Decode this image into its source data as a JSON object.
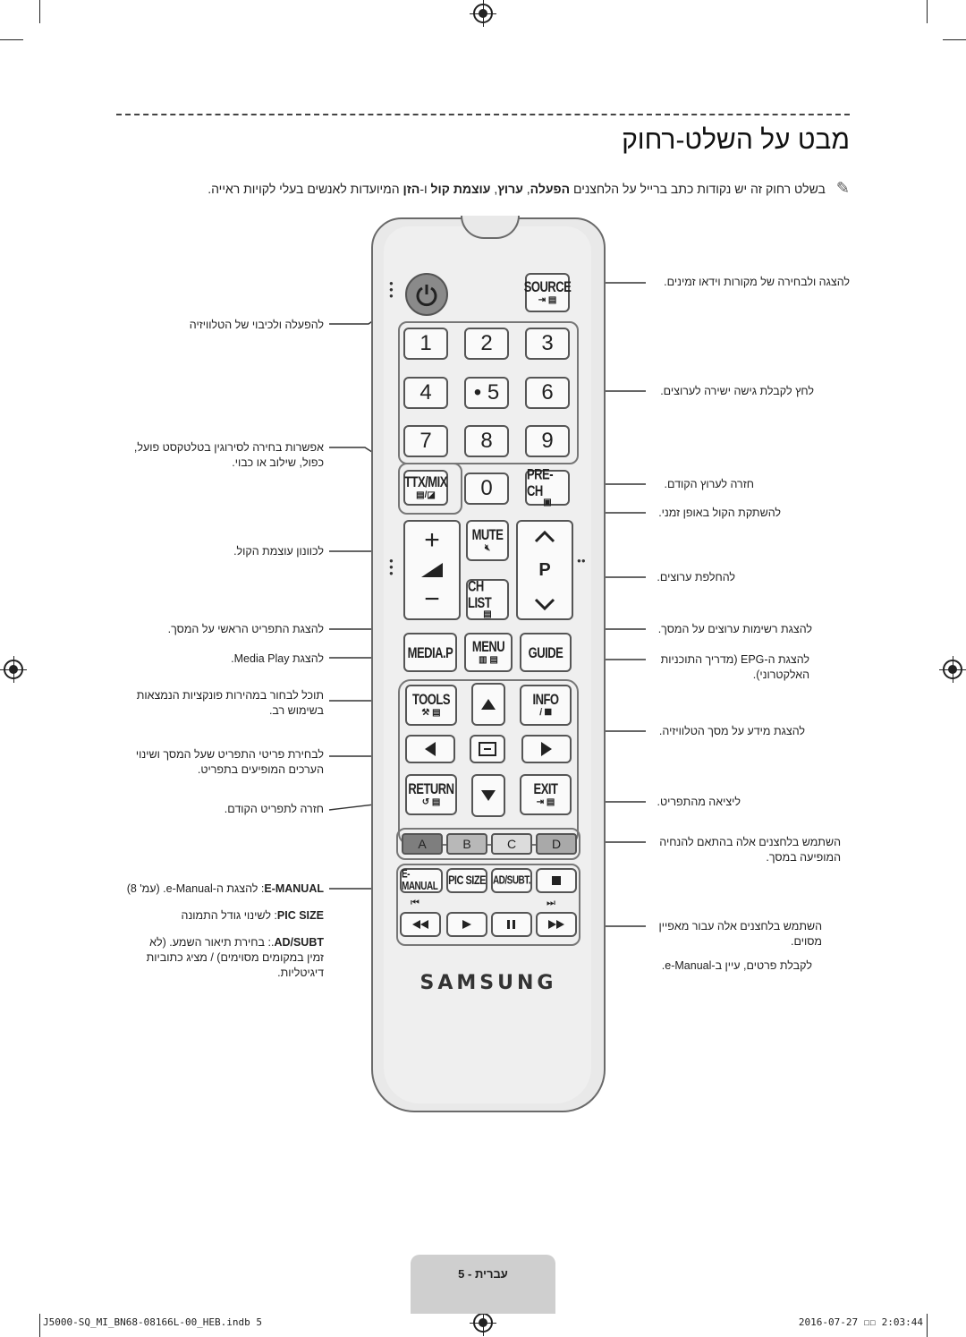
{
  "title": "מבט על השלט-רחוק",
  "note": {
    "text_a": "בשלט רחוק זה יש נקודות כתב ברייל על הלחצנים ",
    "bold_a": "הפעלה",
    "text_b": ", ",
    "bold_b": "ערוץ",
    "text_c": ", ",
    "bold_c": "עוצמת קול",
    "text_d": " ו-",
    "bold_d": "הזן",
    "text_e": " המיועדות לאנשים בעלי לקויות ראייה."
  },
  "labels_right": {
    "source": "להצגה ולבחירה של מקורות וידאו זמינים.",
    "numbers": "לחץ לקבלת גישה ישירה לערוצים.",
    "prech": "חזרה לערוץ הקודם.",
    "mute": "להשתקת הקול באופן זמני.",
    "channel": "להחלפת ערוצים.",
    "chlist": "להצגת רשימות ערוצים על המסך.",
    "guide_1": "להצגת ה-EPG (מדריך התוכניות",
    "guide_2": "האלקטרוני).",
    "info": "להצגת מידע על מסך הטלוויזיה.",
    "exit": "ליציאה מהתפריט.",
    "color_1": "השתמש בלחצנים אלה בהתאם להנחיה",
    "color_2": "המופיעה במסך.",
    "media_1": "השתמש בלחצנים אלה עבור מאפיין",
    "media_2": "מסוים.",
    "media_3": "לקבלת פרטים, עיין ב-e-Manual."
  },
  "labels_left": {
    "power": "להפעלה ולכיבוי של הטלוויזיה",
    "ttx_1": "אפשרות בחירה לסירוגין בטלטקסט פועל,",
    "ttx_2": "כפול, שילוב או כבוי.",
    "volume": "לכוונון עוצמת הקול.",
    "menu": "להצגת התפריט הראשי על המסך.",
    "mediap": "להצגת Media Play.",
    "tools_1": "תוכל לבחור במהירות פונקציות הנמצאות",
    "tools_2": "בשימוש רב.",
    "arrows_1": "לבחירת פריטי התפריט שעל המסך ושינוי",
    "arrows_2": "הערכים המופיעים בתפריט.",
    "return": "חזרה לתפריט הקודם.",
    "emanual_b": "E-MANUAL",
    "emanual_t": ": להצגת ה-e-Manual. (עמ' 8)",
    "picsize_b": "PIC SIZE",
    "picsize_t": ": לשינוי גודל התמונה",
    "adsubt_b": "AD/SUBT",
    "adsubt_t1": ".: בחירת תיאור השמע. (לא",
    "adsubt_t2": "זמין במקומים מסוימים) / מציג כתוביות",
    "adsubt_t3": "דיגיטליות."
  },
  "remote": {
    "source": "SOURCE",
    "digits": [
      "1",
      "2",
      "3",
      "4",
      "5",
      "6",
      "7",
      "8",
      "9",
      "0"
    ],
    "ttx": "TTX/MIX",
    "prech": "PRE-CH",
    "mute": "MUTE",
    "chlist": "CH LIST",
    "p": "P",
    "mediap": "MEDIA.P",
    "menu": "MENU",
    "guide": "GUIDE",
    "tools": "TOOLS",
    "info": "INFO",
    "return": "RETURN",
    "exit": "EXIT",
    "colors": [
      "A",
      "B",
      "C",
      "D"
    ],
    "emanual": "E-MANUAL",
    "picsize": "PIC SIZE",
    "adsubt": "AD/SUBT.",
    "brand": "SAMSUNG"
  },
  "page_tab": "עברית - 5",
  "footer_left": "J5000-SQ_MI_BN68-08166L-00_HEB.indb   5",
  "footer_right": "2016-07-27   ☐☐ 2:03:44"
}
